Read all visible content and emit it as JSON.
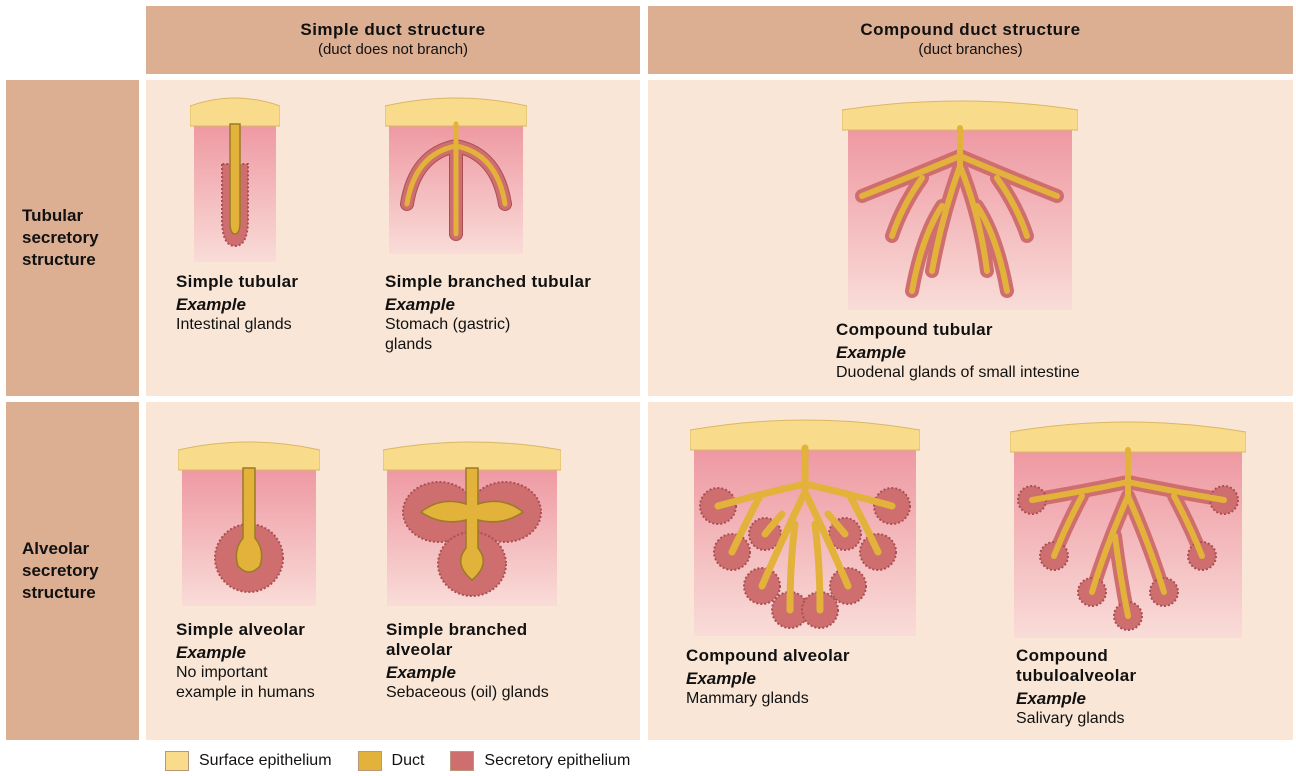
{
  "columns": [
    {
      "title": "Simple duct structure",
      "subtitle": "(duct does not branch)"
    },
    {
      "title": "Compound duct structure",
      "subtitle": "(duct branches)"
    }
  ],
  "rows": [
    {
      "label": "Tubular secretory structure"
    },
    {
      "label": "Alveolar secretory structure"
    }
  ],
  "example_word": "Example",
  "glands": {
    "simple_tubular": {
      "name": "Simple tubular",
      "example": "Intestinal glands"
    },
    "simple_branched_tubular": {
      "name": "Simple branched tubular",
      "example": "Stomach (gastric) glands"
    },
    "compound_tubular": {
      "name": "Compound tubular",
      "example": "Duodenal glands of small intestine"
    },
    "simple_alveolar": {
      "name": "Simple alveolar",
      "example": "No important example in humans"
    },
    "simple_branched_alveolar": {
      "name": "Simple branched alveolar",
      "example": "Sebaceous (oil) glands"
    },
    "compound_alveolar": {
      "name": "Compound alveolar",
      "example": "Mammary glands"
    },
    "compound_tubuloalveolar": {
      "name": "Compound tubuloalveolar",
      "example": "Salivary glands"
    }
  },
  "legend": [
    {
      "label": "Surface epithelium",
      "color": "#f8dc8c"
    },
    {
      "label": "Duct",
      "color": "#e2b23a"
    },
    {
      "label": "Secretory epithelium",
      "color": "#cf6e6e"
    }
  ],
  "colors": {
    "header_bg": "#dcae92",
    "panel_bg": "#f9e6d6",
    "tissue": "#f2a4ac",
    "surface": "#f8dc8c",
    "duct": "#e2b23a",
    "secretory": "#cf6e6e"
  }
}
